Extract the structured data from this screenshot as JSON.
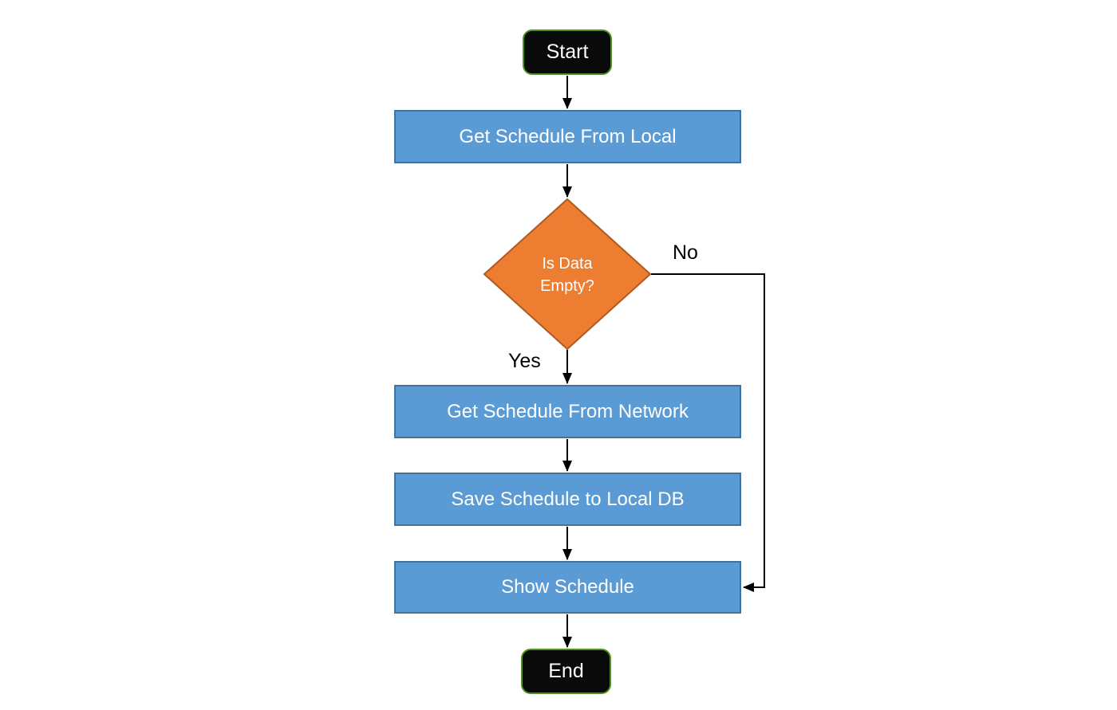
{
  "diagram": {
    "type": "flowchart",
    "nodes": [
      {
        "id": "start",
        "shape": "terminator",
        "label": "Start"
      },
      {
        "id": "get-schedule-from-local",
        "shape": "process",
        "label": "Get Schedule From Local"
      },
      {
        "id": "is-data-empty",
        "shape": "decision",
        "label": "Is Data Empty?"
      },
      {
        "id": "get-schedule-from-network",
        "shape": "process",
        "label": "Get Schedule From Network"
      },
      {
        "id": "save-schedule-to-local-db",
        "shape": "process",
        "label": "Save Schedule to Local DB"
      },
      {
        "id": "show-schedule",
        "shape": "process",
        "label": "Show Schedule"
      },
      {
        "id": "end",
        "shape": "terminator",
        "label": "End"
      }
    ],
    "edges": [
      {
        "from": "start",
        "to": "get-schedule-from-local",
        "label": ""
      },
      {
        "from": "get-schedule-from-local",
        "to": "is-data-empty",
        "label": ""
      },
      {
        "from": "is-data-empty",
        "to": "get-schedule-from-network",
        "label": "Yes"
      },
      {
        "from": "is-data-empty",
        "to": "show-schedule",
        "label": "No"
      },
      {
        "from": "get-schedule-from-network",
        "to": "save-schedule-to-local-db",
        "label": ""
      },
      {
        "from": "save-schedule-to-local-db",
        "to": "show-schedule",
        "label": ""
      },
      {
        "from": "show-schedule",
        "to": "end",
        "label": ""
      }
    ],
    "colors": {
      "background": "#FFFFFF",
      "process_fill": "#5B9BD5",
      "process_border": "#41719C",
      "decision_fill": "#ED7D31",
      "decision_border": "#AE5A21",
      "terminator_fill": "#0A0A0A",
      "terminator_border": "#4E9121",
      "connector": "#000000",
      "node_text": "#FFFFFF",
      "edge_label_text": "#000000"
    }
  }
}
